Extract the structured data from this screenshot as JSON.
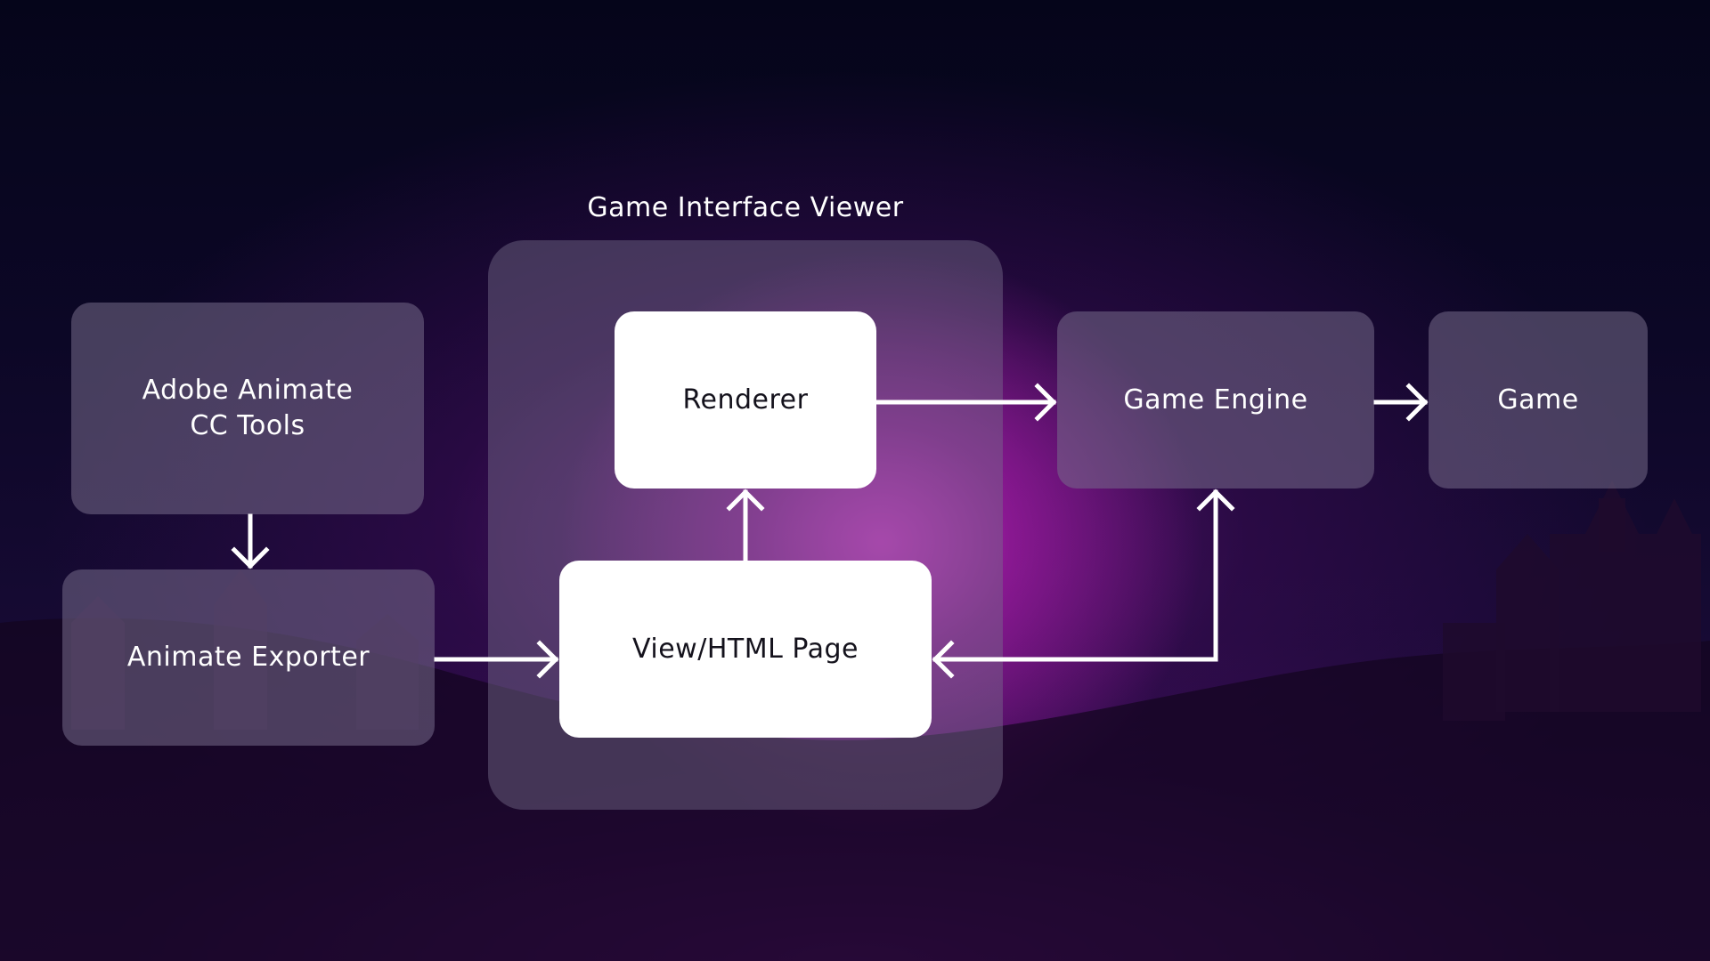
{
  "diagram": {
    "group_title": "Game Interface Viewer",
    "nodes": {
      "adobe_animate": "Adobe Animate\nCC Tools",
      "animate_exporter": "Animate Exporter",
      "renderer": "Renderer",
      "view_html_page": "View/HTML Page",
      "game_engine": "Game Engine",
      "game": "Game"
    },
    "edges": [
      {
        "from": "Adobe Animate CC Tools",
        "to": "Animate Exporter"
      },
      {
        "from": "Animate Exporter",
        "to": "View/HTML Page"
      },
      {
        "from": "View/HTML Page",
        "to": "Renderer"
      },
      {
        "from": "Renderer",
        "to": "Game Engine"
      },
      {
        "from": "Game Engine",
        "to": "Game"
      },
      {
        "from": "Game Engine",
        "to": "View/HTML Page",
        "bidirectional": true
      }
    ]
  },
  "colors": {
    "background": "#07051a",
    "glow": "#de2dd2",
    "node_dark": "#766c8a",
    "node_light": "#ffffff",
    "arrow": "#ffffff"
  }
}
